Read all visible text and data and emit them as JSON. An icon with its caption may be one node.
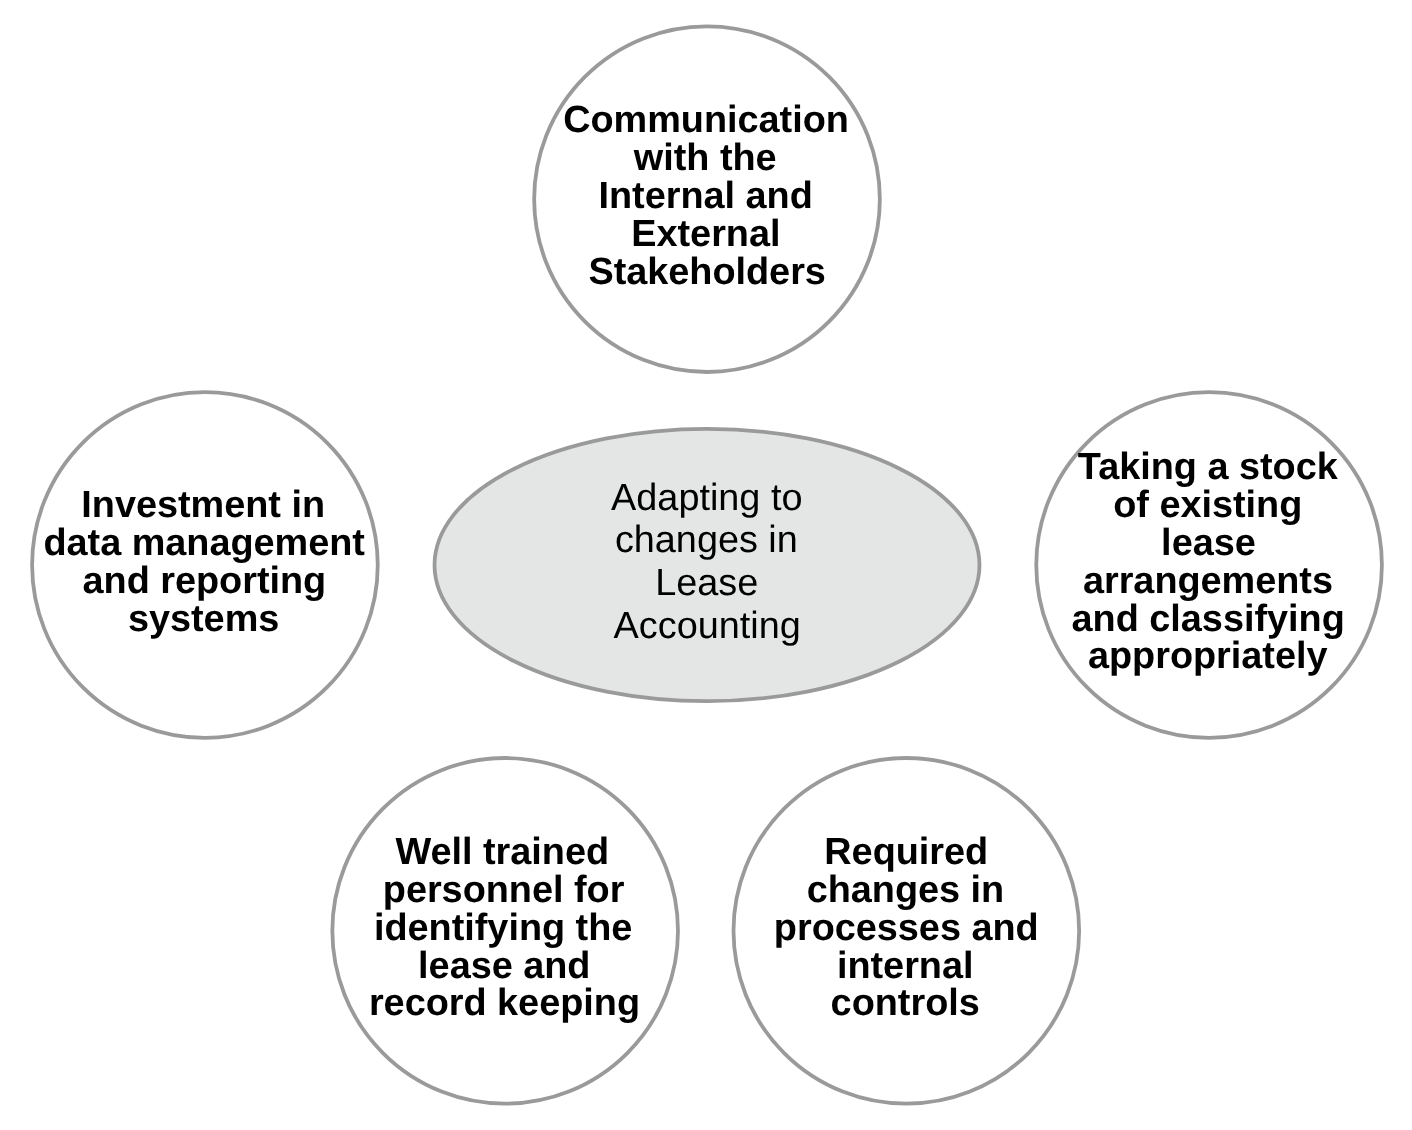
{
  "diagram": {
    "nodes": [
      {
        "text": [
          "Communication with the Internal and External Stakeholders"
        ]
      },
      {
        "text": [
          "Investment in data management and reporting systems"
        ]
      },
      {
        "text": [
          "Adapting to changes in Lease Accounting"
        ]
      },
      {
        "text": [
          "Taking a stock of existing lease arrangements and classifying appropriately"
        ]
      },
      {
        "text": [
          "Well trained personnel for identifying the lease and record keeping"
        ]
      },
      {
        "text": [
          "Required changes in processes and internal controls"
        ]
      }
    ]
  }
}
